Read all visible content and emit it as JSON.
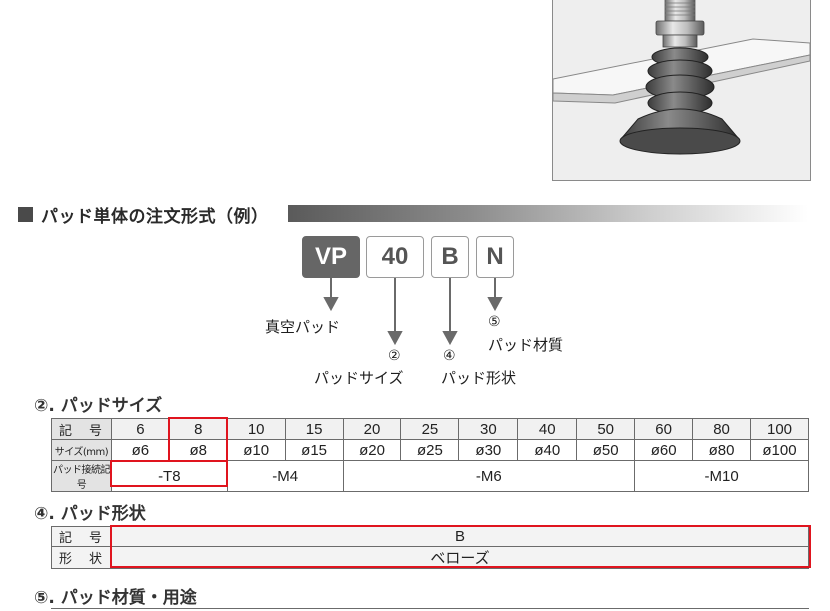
{
  "section": {
    "title": "パッド単体の注文形式（例）"
  },
  "order_code": {
    "boxes": [
      {
        "code": "VP"
      },
      {
        "code": "40"
      },
      {
        "code": "B"
      },
      {
        "code": "N"
      }
    ],
    "labels": {
      "vp": "真空パッド",
      "size_num": "②",
      "size": "パッドサイズ",
      "shape_num": "④",
      "shape": "パッド形状",
      "material_num": "⑤",
      "material": "パッド材質"
    }
  },
  "size_section": {
    "heading": "②. パッドサイズ",
    "row_headers": [
      "記　号",
      "サイズ(mm)",
      "パッド接続記号"
    ],
    "codes": [
      "6",
      "8",
      "10",
      "15",
      "20",
      "25",
      "30",
      "40",
      "50",
      "60",
      "80",
      "100"
    ],
    "sizes": [
      "ø6",
      "ø8",
      "ø10",
      "ø15",
      "ø20",
      "ø25",
      "ø30",
      "ø40",
      "ø50",
      "ø60",
      "ø80",
      "ø100"
    ],
    "connection": [
      "-T8",
      "-M4",
      "-M6",
      "-M10"
    ],
    "highlighted_code": "8"
  },
  "shape_section": {
    "heading": "④. パッド形状",
    "row_headers": [
      "記　号",
      "形　状"
    ],
    "code": "B",
    "shape": "ベローズ"
  },
  "material_section": {
    "heading": "⑤. パッド材質・用途"
  },
  "colors": {
    "highlight": "#e0141e",
    "vp_box": "#666666",
    "header_cell": "#e3e3e3"
  }
}
